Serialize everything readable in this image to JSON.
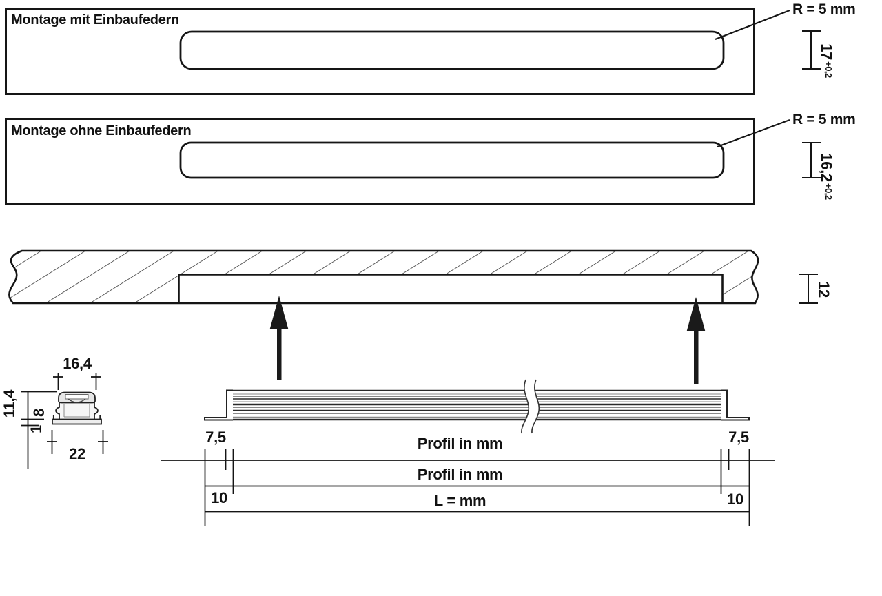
{
  "drawing": {
    "panels": [
      {
        "title": "Montage mit Einbaufedern",
        "radius_label": "R = 5 mm",
        "slot_height": "17",
        "slot_tolerance": "+0,2"
      },
      {
        "title": "Montage ohne Einbaufedern",
        "radius_label": "R = 5 mm",
        "slot_height": "16,2",
        "slot_tolerance": "+0,2"
      }
    ],
    "section": {
      "groove_depth": "12"
    },
    "profile_cross_section": {
      "top_width": "16,4",
      "total_height": "11,4",
      "body_height": "8",
      "flange_thickness": "1",
      "total_width": "22"
    },
    "length_dimensions": {
      "end_offset_left": "7,5",
      "end_offset_right": "7,5",
      "base_offset_left": "10",
      "base_offset_right": "10",
      "row_labels": [
        "Profil in mm",
        "Profil in mm",
        "L = mm"
      ]
    }
  }
}
